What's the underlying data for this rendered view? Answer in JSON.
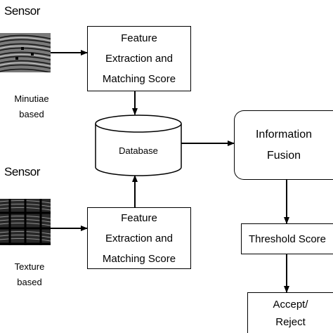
{
  "sensor_top": {
    "label": "Sensor",
    "caption_line1": "Minutiae",
    "caption_line2": "based"
  },
  "sensor_bottom": {
    "label": "Sensor",
    "caption_line1": "Texture",
    "caption_line2": "based"
  },
  "feature_top": {
    "line1": "Feature",
    "line2": "Extraction and",
    "line3": "Matching Score"
  },
  "feature_bottom": {
    "line1": "Feature",
    "line2": "Extraction and",
    "line3": "Matching Score"
  },
  "database": {
    "label": "Database"
  },
  "fusion": {
    "line1": "Information",
    "line2": "Fusion"
  },
  "threshold": {
    "label": "Threshold Score"
  },
  "decision": {
    "line1": "Accept/",
    "line2": "Reject"
  },
  "colors": {
    "line": "#000000",
    "background": "#ffffff"
  }
}
